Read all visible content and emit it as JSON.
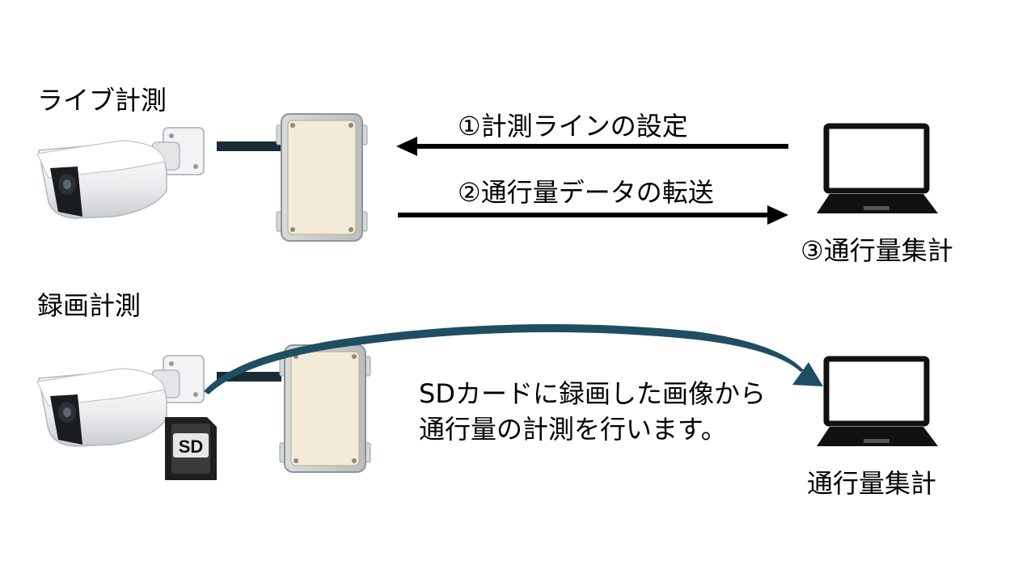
{
  "sections": {
    "live": {
      "title": "ライブ計測",
      "arrow_to_box": "①計測ラインの設定",
      "arrow_to_pc": "②通行量データの転送",
      "pc_caption": "③通行量集計"
    },
    "recorded": {
      "title": "録画計測",
      "sd_label": "SD",
      "note_line1": "SDカードに録画した画像から",
      "note_line2": "通行量の計測を行います。",
      "pc_caption": "通行量集計"
    }
  },
  "colors": {
    "box_fill": "#f3ead7",
    "cable": "#1b2b35",
    "curve_arrow": "#1f4e63",
    "laptop": "#111111"
  },
  "icons": [
    "camera-icon",
    "control-box-icon",
    "laptop-icon",
    "sd-card-icon"
  ]
}
